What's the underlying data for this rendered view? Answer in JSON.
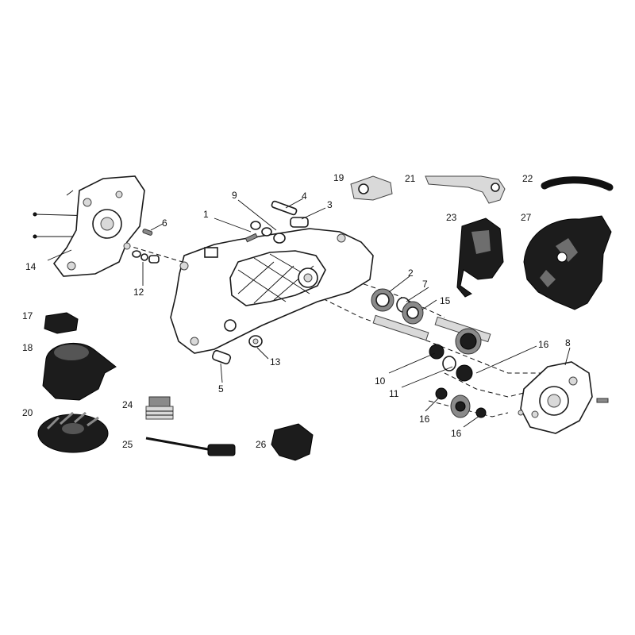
{
  "callouts": [
    {
      "id": "1",
      "label": "1"
    },
    {
      "id": "2",
      "label": "2"
    },
    {
      "id": "3",
      "label": "3"
    },
    {
      "id": "4",
      "label": "4"
    },
    {
      "id": "5",
      "label": "5"
    },
    {
      "id": "6",
      "label": "6"
    },
    {
      "id": "7",
      "label": "7"
    },
    {
      "id": "8",
      "label": "8"
    },
    {
      "id": "9",
      "label": "9"
    },
    {
      "id": "10",
      "label": "10"
    },
    {
      "id": "11",
      "label": "11"
    },
    {
      "id": "12",
      "label": "12"
    },
    {
      "id": "13",
      "label": "13"
    },
    {
      "id": "14",
      "label": "14"
    },
    {
      "id": "15",
      "label": "15"
    },
    {
      "id": "16a",
      "label": "16"
    },
    {
      "id": "16b",
      "label": "16"
    },
    {
      "id": "16c",
      "label": "16"
    },
    {
      "id": "17",
      "label": "17"
    },
    {
      "id": "18",
      "label": "18"
    },
    {
      "id": "19",
      "label": "19"
    },
    {
      "id": "20",
      "label": "20"
    },
    {
      "id": "21",
      "label": "21"
    },
    {
      "id": "22",
      "label": "22"
    },
    {
      "id": "23",
      "label": "23"
    },
    {
      "id": "24",
      "label": "24"
    },
    {
      "id": "25",
      "label": "25"
    },
    {
      "id": "26",
      "label": "26"
    },
    {
      "id": "27",
      "label": "27"
    }
  ]
}
